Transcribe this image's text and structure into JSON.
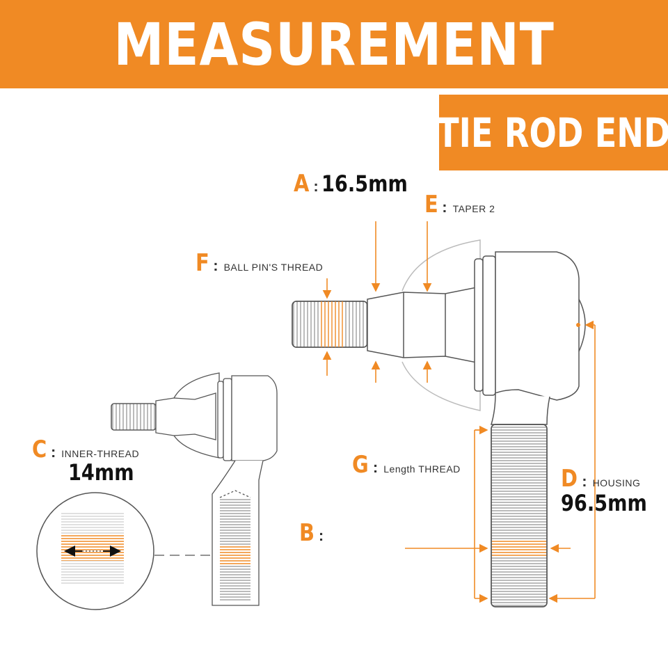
{
  "title": "MEASUREMENT",
  "subtitle": "TIE ROD END",
  "labels": {
    "a": {
      "letter": "A",
      "colon": ":",
      "value": "16.5mm"
    },
    "e": {
      "letter": "E",
      "colon": ":",
      "desc": "TAPER 2"
    },
    "f": {
      "letter": "F",
      "colon": ":",
      "desc": "BALL PIN'S THREAD"
    },
    "c": {
      "letter": "C",
      "colon": ":",
      "desc": "INNER-THREAD",
      "value": "14mm"
    },
    "g": {
      "letter": "G",
      "colon": ":",
      "desc": "Length THREAD"
    },
    "d": {
      "letter": "D",
      "colon": ":",
      "desc": "HOUSING",
      "value": "96.5mm"
    },
    "b": {
      "letter": "B",
      "colon": ":"
    }
  },
  "colors": {
    "accent": "#f08a24",
    "line": "#555555",
    "text": "#333333"
  }
}
